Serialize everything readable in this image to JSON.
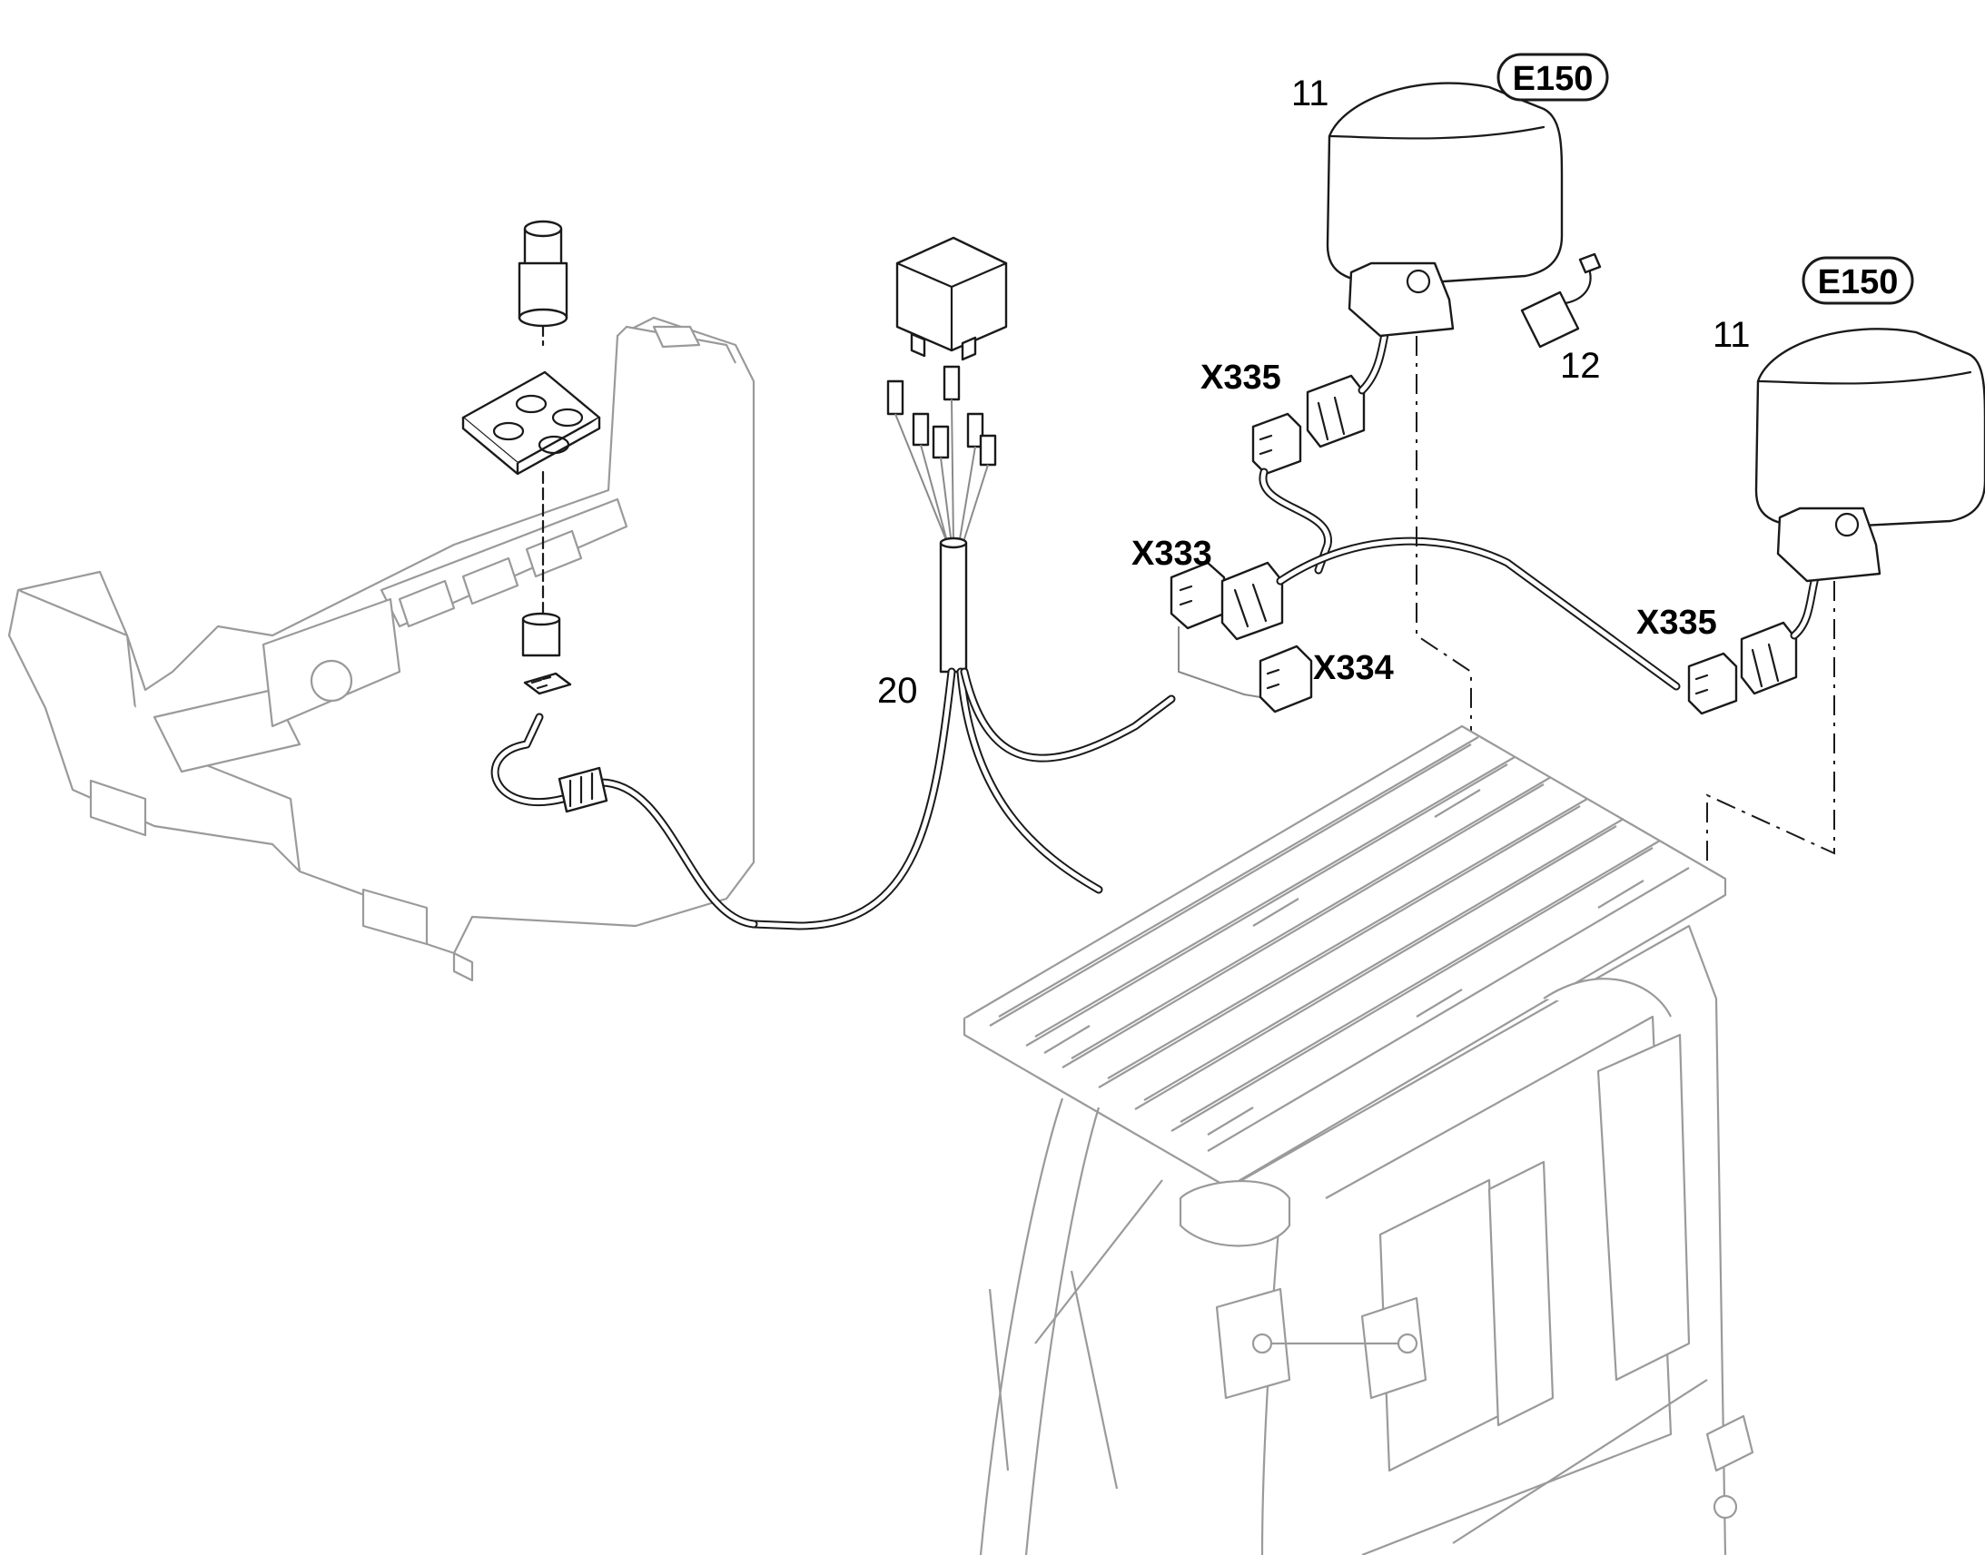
{
  "labels": {
    "lamp_left_number": "11",
    "lamp_right_number": "11",
    "bulb_number": "12",
    "harness_number": "20",
    "badge_left": "E150",
    "badge_right": "E150",
    "connector_x335_top": "X335",
    "connector_x335_right": "X335",
    "connector_x333": "X333",
    "connector_x334": "X334"
  }
}
